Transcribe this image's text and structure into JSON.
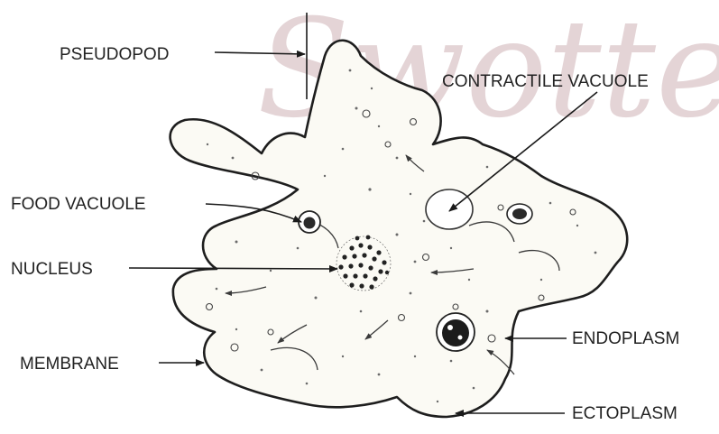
{
  "watermark": "Swottens",
  "labels": {
    "pseudopod": "PSEUDOPOD",
    "contractile_vacuole": "CONTRACTILE VACUOLE",
    "food_vacuole": "FOOD VACUOLE",
    "nucleus": "NUCLEUS",
    "membrane": "MEMBRANE",
    "endoplasm": "ENDOPLASM",
    "ectoplasm": "ECTOPLASM"
  },
  "colors": {
    "watermark": "#c4a1a6",
    "label_text": "#222222",
    "outline": "#1e1e1e",
    "cytoplasm": "#fbfaf4"
  }
}
